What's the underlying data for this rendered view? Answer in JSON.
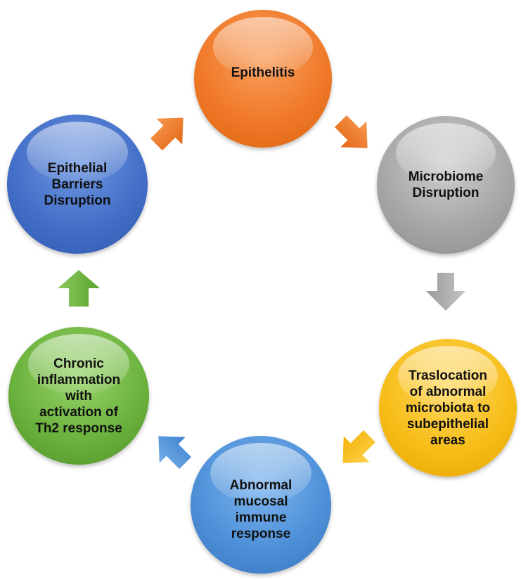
{
  "nodes": {
    "epithelitis": {
      "label": "Epithelitis",
      "color": "#f07a2a"
    },
    "microbiome": {
      "label": "Microbiome\nDisruption",
      "color": "#a8a8a8"
    },
    "translocation": {
      "label": "Traslocation\nof abnormal\nmicrobiota to\nsubepithelial\nareas",
      "color": "#f7be1a"
    },
    "abnormal": {
      "label": "Abnormal\nmucosal\nimmune\nresponse",
      "color": "#4f91d9"
    },
    "chronic": {
      "label": "Chronic\ninflammation\nwith\nactivation of\nTh2 response",
      "color": "#6db33f"
    },
    "barriers": {
      "label": "Epithelial\nBarriers\nDisruption",
      "color": "#4470c9"
    }
  },
  "arrows": [
    {
      "from": "barriers",
      "to": "epithelitis",
      "color": "#f07a2a"
    },
    {
      "from": "epithelitis",
      "to": "microbiome",
      "color": "#f07a2a"
    },
    {
      "from": "microbiome",
      "to": "translocation",
      "color": "#a8a8a8"
    },
    {
      "from": "translocation",
      "to": "abnormal",
      "color": "#f7be1a"
    },
    {
      "from": "abnormal",
      "to": "chronic",
      "color": "#4f91d9"
    },
    {
      "from": "chronic",
      "to": "barriers",
      "color": "#6db33f"
    }
  ]
}
